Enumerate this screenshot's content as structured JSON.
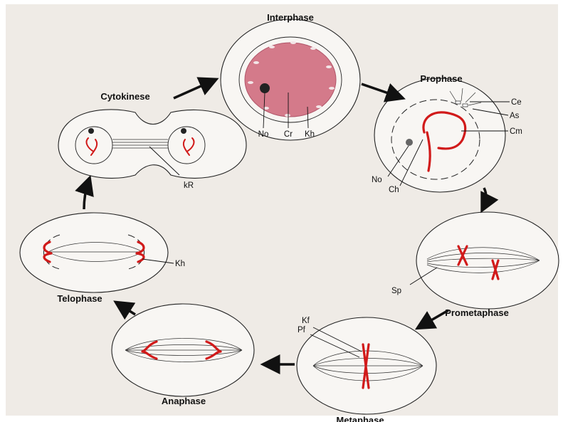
{
  "colors": {
    "chromosome": "#d11a1a",
    "chromatin": "#d47a8a",
    "paper": "#efebe6",
    "ink": "#111111"
  },
  "stages": {
    "interphase": "Interphase",
    "prophase": "Prophase",
    "prometaphase": "Prometaphase",
    "metaphase": "Metaphase",
    "anaphase": "Anaphase",
    "telophase": "Telophase",
    "cytokinese": "Cytokinese"
  },
  "labels": {
    "no": "No",
    "cr": "Cr",
    "kh": "Kh",
    "ce": "Ce",
    "as": "As",
    "cm": "Cm",
    "no2": "No",
    "ch": "Ch",
    "sp": "Sp",
    "kf": "Kf",
    "pf": "Pf",
    "kh2": "Kh",
    "kr": "kR"
  }
}
